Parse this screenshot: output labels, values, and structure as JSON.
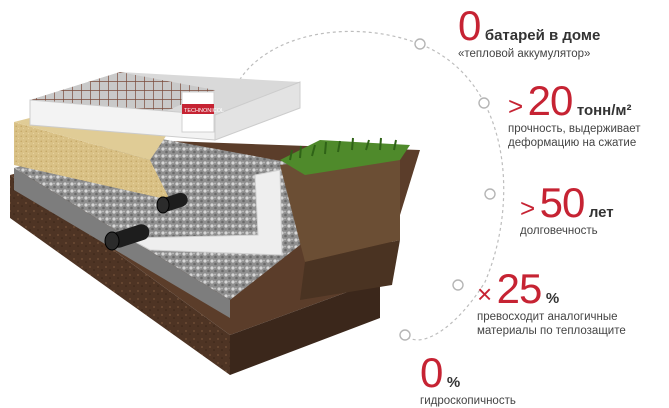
{
  "accent_color": "#c62333",
  "stats": [
    {
      "prefix": "",
      "value": "0",
      "unit": "батарей в доме",
      "description": "«тепловой аккумулятор»"
    },
    {
      "prefix": ">",
      "value": "20",
      "unit": "тонн/м²",
      "description": "прочность, выдерживает деформацию на сжатие"
    },
    {
      "prefix": ">",
      "value": "50",
      "unit": "лет",
      "description": "долговечность"
    },
    {
      "prefix": "×",
      "value": "25",
      "unit": "%",
      "description": "превосходит аналогичные материалы по теплозащите"
    },
    {
      "prefix": "",
      "value": "0",
      "unit": "%",
      "description": "гидроскопичность"
    }
  ],
  "board_logo": "TECHNONICOL"
}
